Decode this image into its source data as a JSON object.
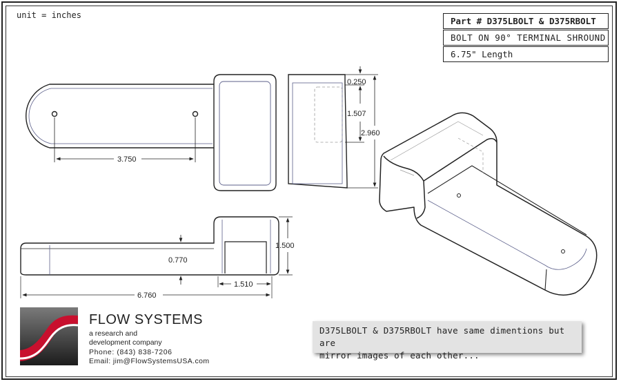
{
  "unit_label": "unit = inches",
  "title_block": {
    "part_number": "Part # D375LBOLT  & D375RBOLT",
    "description": "BOLT ON 90° TERMINAL SHROUND",
    "length": "6.75\" Length"
  },
  "dimensions": {
    "hole_spacing": "3.750",
    "side_top": "0.250",
    "side_mid": "1.507",
    "side_total": "2.960",
    "front_height": "1.500",
    "front_slot": "0.770",
    "front_total": "6.760",
    "front_opening": "1.510"
  },
  "note": {
    "line1": "D375LBOLT  & D375RBOLT have same dimentions but are",
    "line2": "mirror images of each other..."
  },
  "company": {
    "name": "FLOW SYSTEMS",
    "tagline1": "a research and",
    "tagline2": "development company",
    "phone": "Phone: (843) 838-7206",
    "email": "Email: jim@FlowSystemsUSA.com"
  }
}
